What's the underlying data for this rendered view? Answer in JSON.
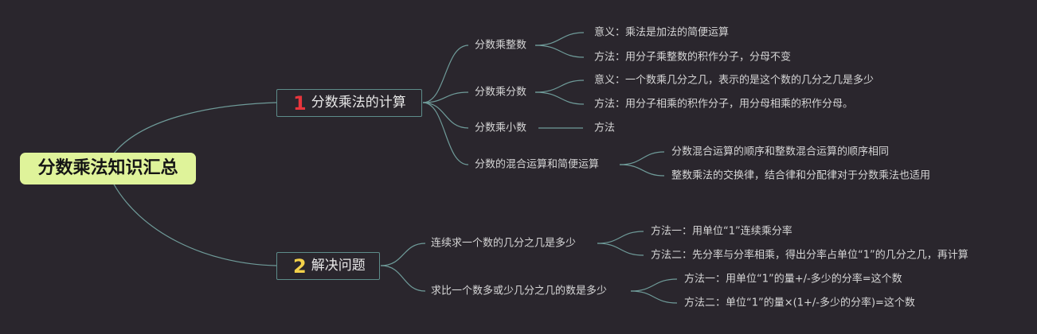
{
  "root": {
    "title": "分数乘法知识汇总"
  },
  "branches": [
    {
      "num": "1",
      "title": "分数乘法的计算",
      "topics": [
        {
          "label": "分数乘整数",
          "leaves": [
            "意义：乘法是加法的简便运算",
            "方法：用分子乘整数的积作分子，分母不变"
          ]
        },
        {
          "label": "分数乘分数",
          "leaves": [
            "意义：一个数乘几分之几，表示的是这个数的几分之几是多少",
            "方法：用分子相乘的积作分子，用分母相乘的积作分母。"
          ]
        },
        {
          "label": "分数乘小数",
          "leaves": [
            "方法"
          ]
        },
        {
          "label": "分数的混合运算和简便运算",
          "leaves": [
            "分数混合运算的顺序和整数混合运算的顺序相同",
            "整数乘法的交换律，结合律和分配律对于分数乘法也适用"
          ]
        }
      ]
    },
    {
      "num": "2",
      "title": "解决问题",
      "topics": [
        {
          "label": "连续求一个数的几分之几是多少",
          "leaves": [
            "方法一：用单位“1”连续乘分率",
            "方法二：先分率与分率相乘，得出分率占单位“1”的几分之几，再计算"
          ]
        },
        {
          "label": "求比一个数多或少几分之几的数是多少",
          "leaves": [
            "方法一：用单位“1”的量+/-多少的分率=这个数",
            "方法二：单位“1”的量×(1+/-多少的分率)=这个数"
          ]
        }
      ]
    }
  ],
  "colors": {
    "background": "#2a262d",
    "root_fill": "#dff39a",
    "connector": "#6f9b99",
    "branch_border": "#5d8c8a",
    "num_1": "#e8353c",
    "num_2": "#f3d14a"
  }
}
